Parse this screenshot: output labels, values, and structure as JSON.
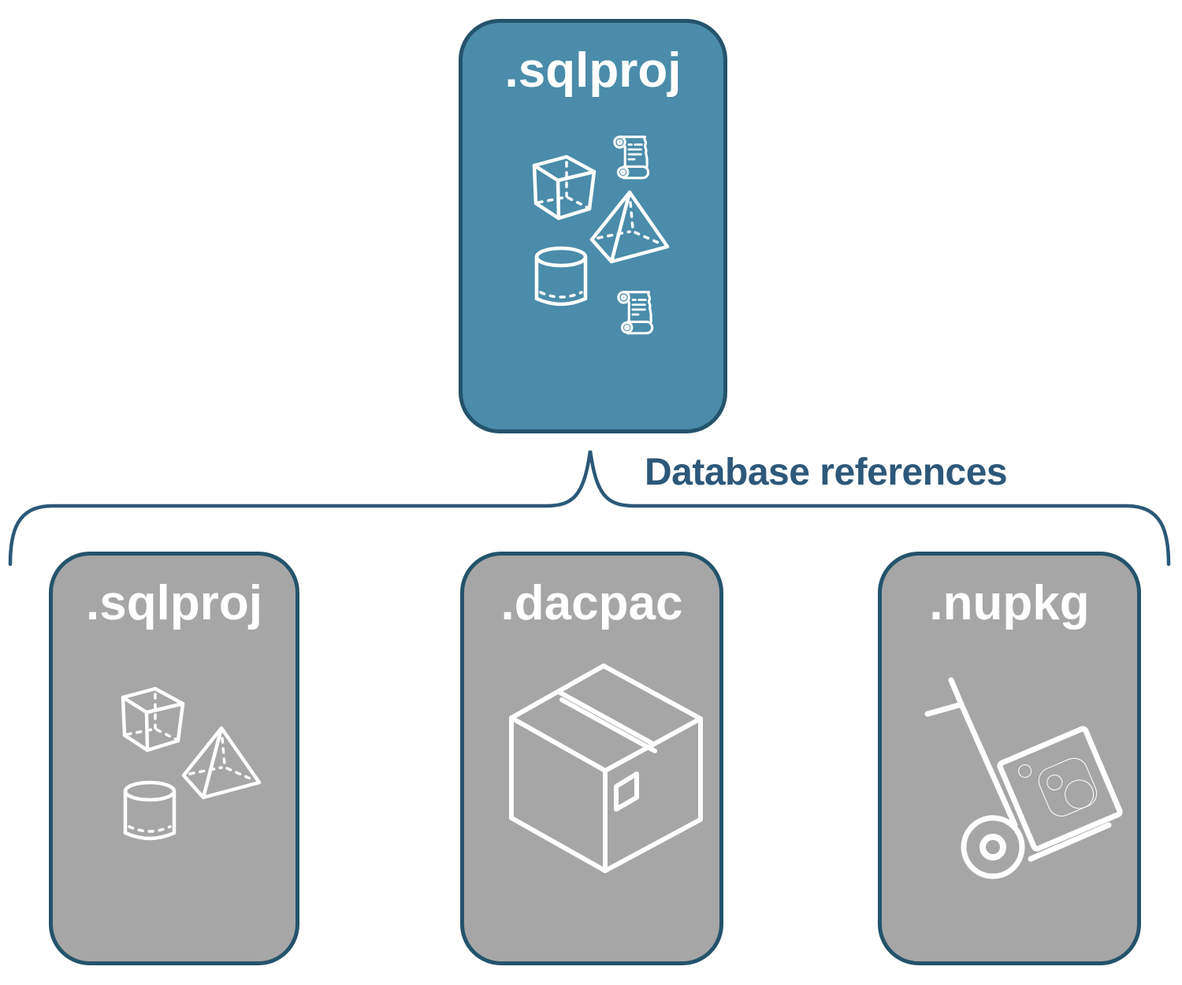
{
  "colors": {
    "background": "#FFFFFF",
    "border": "#24536B",
    "connector": "#2B5878",
    "root_fill": "#4A8CAA",
    "child_fill": "#A6A6A6",
    "icon": "#FFFFFF",
    "label_text": "#2D587A",
    "node_text": "#FFFFFF"
  },
  "root_node": {
    "label": ".sqlproj",
    "icons": [
      "script-scroll-icon",
      "cube-icon",
      "pyramid-icon",
      "cylinder-icon",
      "script-scroll-icon"
    ]
  },
  "connector": {
    "label": "Database references"
  },
  "child_nodes": [
    {
      "label": ".sqlproj",
      "icons": [
        "cube-icon",
        "pyramid-icon",
        "cylinder-icon"
      ]
    },
    {
      "label": ".dacpac",
      "icons": [
        "package-box-icon"
      ]
    },
    {
      "label": ".nupkg",
      "icons": [
        "nuget-hand-truck-icon"
      ]
    }
  ]
}
